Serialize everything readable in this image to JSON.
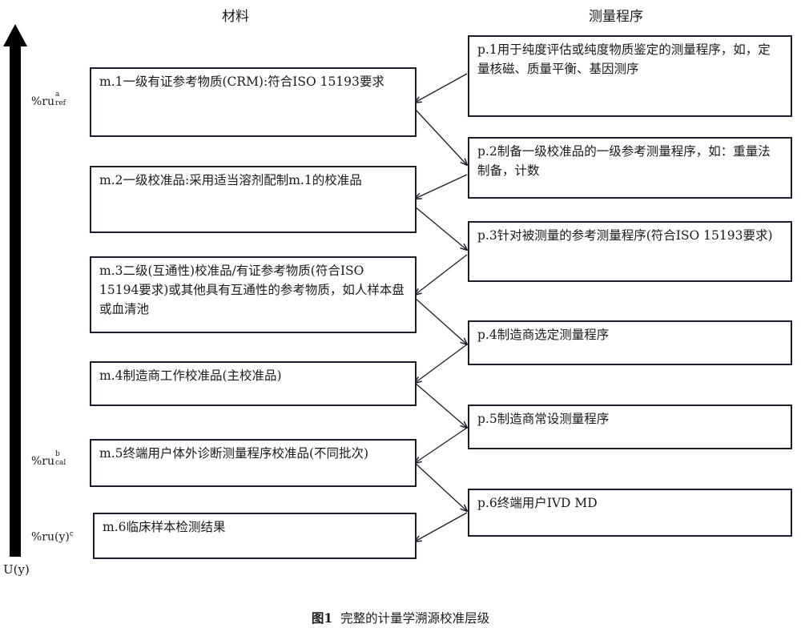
{
  "headers": {
    "materials": "材料",
    "procedures": "测量程序"
  },
  "materials": [
    {
      "id": "m1",
      "text": "m.1一级有证参考物质(CRM):符合ISO 15193要求"
    },
    {
      "id": "m2",
      "text": "m.2一级校准品:采用适当溶剂配制m.1的校准品"
    },
    {
      "id": "m3",
      "text": "m.3二级(互通性)校准品/有证参考物质(符合ISO 15194要求)或其他具有互通性的参考物质，如人样本盘或血清池"
    },
    {
      "id": "m4",
      "text": "m.4制造商工作校准品(主校准品)"
    },
    {
      "id": "m5",
      "text": "m.5终端用户体外诊断测量程序校准品(不同批次)"
    },
    {
      "id": "m6",
      "text": "m.6临床样本检测结果"
    }
  ],
  "procedures": [
    {
      "id": "p1",
      "text": "p.1用于纯度评估或纯度物质鉴定的测量程序，如，定量核磁、质量平衡、基因测序"
    },
    {
      "id": "p2",
      "text": "p.2制备一级校准品的一级参考测量程序，如：重量法制备，计数"
    },
    {
      "id": "p3",
      "text": "p.3针对被测量的参考测量程序(符合ISO 15193要求)"
    },
    {
      "id": "p4",
      "text": "p.4制造商选定测量程序"
    },
    {
      "id": "p5",
      "text": "p.5制造商常设测量程序"
    },
    {
      "id": "p6",
      "text": "p.6终端用户IVD MD"
    }
  ],
  "axis": {
    "ref": {
      "base": "%ru",
      "sup": "a",
      "sub": "ref"
    },
    "cal": {
      "base": "%ru",
      "sup": "b",
      "sub": "cal"
    },
    "y": {
      "base": "%ru(y)",
      "sup": "c"
    },
    "bottom": "U(y)"
  },
  "caption": {
    "label": "图1",
    "text": "完整的计量学溯源校准层级"
  }
}
